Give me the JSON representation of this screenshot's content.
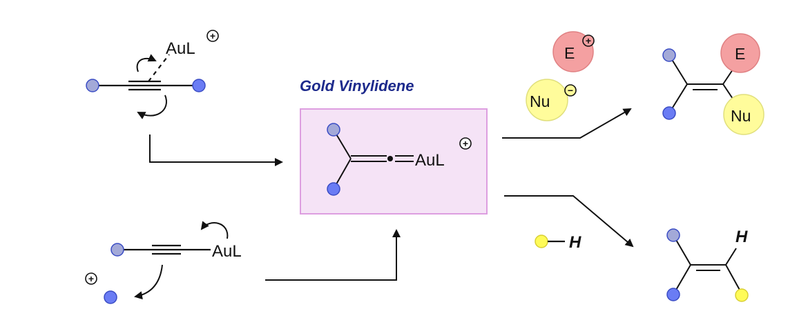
{
  "title": "Gold Vinylidene",
  "central_label": "AuL",
  "top_left_label": "AuL",
  "bottom_left_label": "AuL",
  "electrophile_label": "E",
  "nucleophile_label": "Nu",
  "hydrogen_label": "H",
  "product_top_e_label": "E",
  "product_top_nu_label": "Nu",
  "product_bottom_h_label": "H",
  "charges": {
    "positive": "+",
    "negative": "−"
  },
  "colors": {
    "title": "#1d2a8c",
    "box_fill": "#f5e3f6",
    "box_border": "#dd9ee0",
    "substituent_lavender": "#a3a9d8",
    "substituent_blue": "#6a7cf4",
    "electrophile": "#f4a0a1",
    "nucleophile": "#fffc9b",
    "hydrogen": "#fffb58"
  }
}
